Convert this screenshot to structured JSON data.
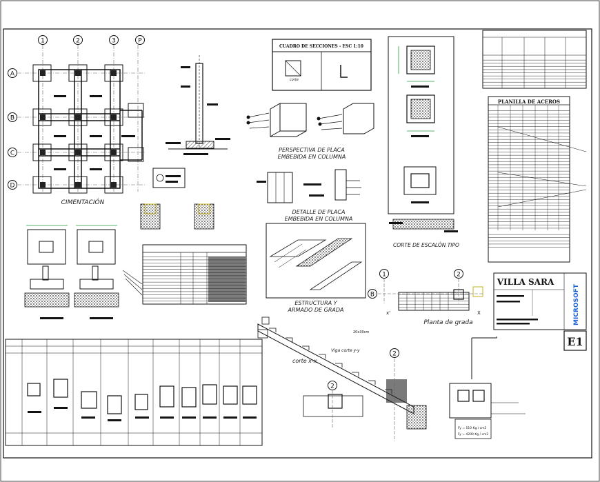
{
  "labels": {
    "cimentacion": "CIMENTACIÓN",
    "cuadro_secciones": "CUADRO DE SECCIONES - ESC 1:10",
    "corte": "corte",
    "perspectiva_placa_1": "PERSPECTIVA DE PLACA",
    "perspectiva_placa_2": "EMBEBIDA EN COLUMNA",
    "detalle_placa_1": "DETALLE DE PLACA",
    "detalle_placa_2": "EMBEBIDA EN COLUMNA",
    "corte_escalon": "CORTE DE ESCALÓN TIPO",
    "estructura_1": "ESTRUCTURA Y",
    "estructura_2": "ARMADO DE GRADA",
    "planta_grada": "Planta de grada",
    "planilla_aceros": "PLANILLA DE ACEROS",
    "villa_sara": "VILLA SARA",
    "sheet_id": "E1",
    "corte_xx": "corte x-x",
    "viga_corte": "Viga corte y-y",
    "dim_viga": "20x30cm",
    "axis_x": "X",
    "axis_x2": "x'",
    "fy_1": "Fy = 510 Kg / cm2",
    "fy_2": "Fy = 4200 Kg / cm2",
    "logo": "MICROSOFT"
  },
  "grid_axes": {
    "cols": [
      "1",
      "2",
      "3",
      "P"
    ],
    "rows": [
      "A",
      "B",
      "C",
      "D"
    ]
  },
  "grada_axes": {
    "col_1": "1",
    "col_2": "2",
    "row_b": "B"
  },
  "corte_axes": [
    "2",
    "2"
  ],
  "colors": {
    "line": "#111111",
    "accent_blue": "#1a64d8",
    "accent_green": "#1f9a3a",
    "accent_yellow": "#c9b21a",
    "hatch": "#555555"
  }
}
